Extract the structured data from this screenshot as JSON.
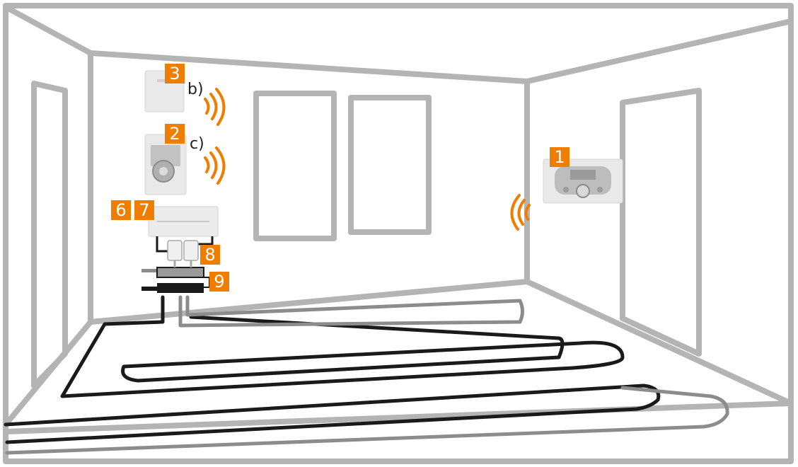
{
  "colors": {
    "accent": "#ef7d00",
    "wall_lines": "#b4b4b4",
    "pipe_dark": "#1a1a1a",
    "pipe_grey": "#8c8c8c",
    "device": "#e9e9e9"
  },
  "labels": {
    "one": "1",
    "two": "2",
    "three": "3",
    "six": "6",
    "seven": "7",
    "eight": "8",
    "nine": "9",
    "b": "b)",
    "c": "c)"
  },
  "devices": [
    {
      "key": "one",
      "icon": "central-controller-icon"
    },
    {
      "key": "two",
      "icon": "room-unit-display-icon"
    },
    {
      "key": "three",
      "icon": "room-thermostat-icon"
    },
    {
      "key": "six",
      "icon": "wiring-centre-icon"
    },
    {
      "key": "seven",
      "icon": "wiring-centre-icon"
    },
    {
      "key": "eight",
      "icon": "valve-actuator-icon"
    },
    {
      "key": "nine",
      "icon": "manifold-icon"
    }
  ],
  "signals": [
    "wireless-signal-icon",
    "wireless-signal-icon",
    "wireless-signal-icon"
  ]
}
